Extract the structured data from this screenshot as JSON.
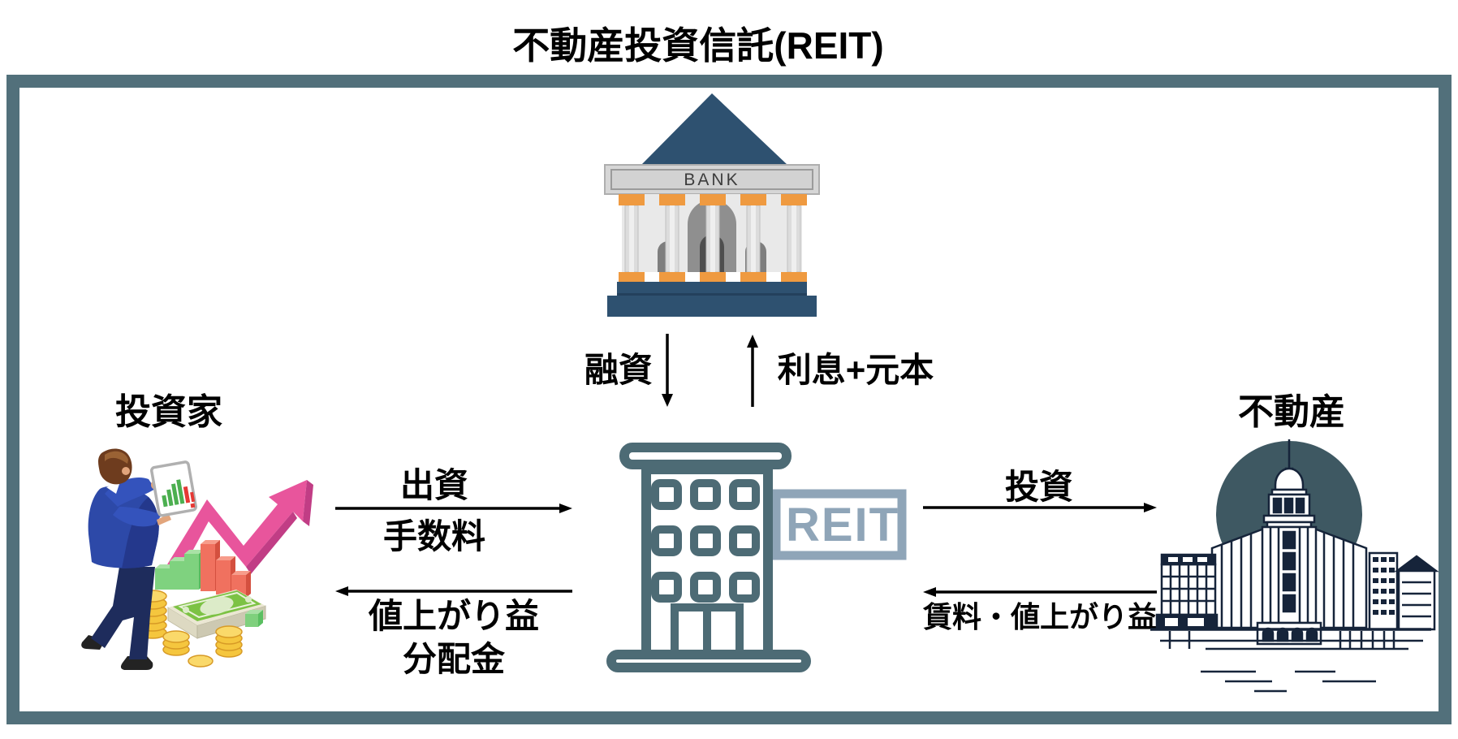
{
  "title": "不動産投資信託(REIT)",
  "section_labels": {
    "investor": "投資家",
    "real_estate": "不動産"
  },
  "icons": {
    "bank_sign": "BANK",
    "reit_sign": "REIT"
  },
  "flows": {
    "loan": "融資",
    "interest_principal": "利息+元本",
    "equity": "出資",
    "fee": "手数料",
    "capital_gain": "値上がり益",
    "distribution": "分配金",
    "investment": "投資",
    "rent_and_gain": "賃料・値上がり益"
  },
  "colors": {
    "frame_border": "#52707b",
    "bank_roof_base": "#2e5170",
    "bank_capital_orange": "#ef9a40",
    "bank_banner_gray": "#d6d6d6",
    "reit_building_outline": "#4d6b75",
    "reit_sign_blue": "#8fa5b8",
    "city_circle": "#3e5862",
    "city_line": "#16243a",
    "pink_arrow": "#e8559c",
    "suit_blue": "#2d49a8",
    "coin_gold": "#f5c63e",
    "money_green": "#7cc244",
    "arrow_black": "#000000",
    "text": "#000000"
  }
}
